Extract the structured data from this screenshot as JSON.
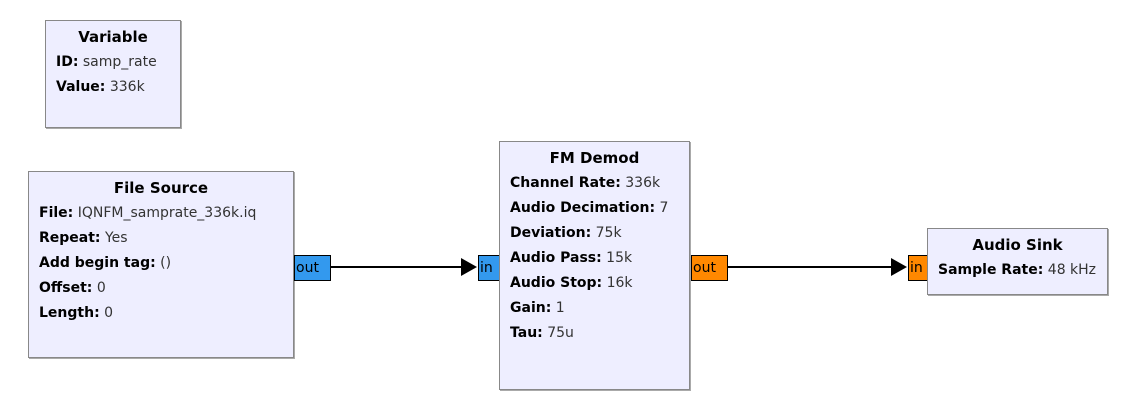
{
  "diagram": {
    "type": "gnuradio-flowgraph",
    "background_color": "#ffffff",
    "block_fill_color": "#eeeeff",
    "block_border_color": "#888888",
    "port_complex_color": "#3399ee",
    "port_float_color": "#ff8800",
    "wire_color": "#000000"
  },
  "blocks": {
    "variable": {
      "title": "Variable",
      "params": [
        {
          "key": "ID:",
          "value": "samp_rate"
        },
        {
          "key": "Value:",
          "value": "336k"
        }
      ]
    },
    "file_source": {
      "title": "File Source",
      "params": [
        {
          "key": "File:",
          "value": "IQNFM_samprate_336k.iq"
        },
        {
          "key": "Repeat:",
          "value": "Yes"
        },
        {
          "key": "Add begin tag:",
          "value": "()"
        },
        {
          "key": "Offset:",
          "value": "0"
        },
        {
          "key": "Length:",
          "value": "0"
        }
      ],
      "out_port": "out"
    },
    "fm_demod": {
      "title": "FM Demod",
      "params": [
        {
          "key": "Channel Rate:",
          "value": "336k"
        },
        {
          "key": "Audio Decimation:",
          "value": "7"
        },
        {
          "key": "Deviation:",
          "value": "75k"
        },
        {
          "key": "Audio Pass:",
          "value": "15k"
        },
        {
          "key": "Audio Stop:",
          "value": "16k"
        },
        {
          "key": "Gain:",
          "value": "1"
        },
        {
          "key": "Tau:",
          "value": "75u"
        }
      ],
      "in_port": "in",
      "out_port": "out"
    },
    "audio_sink": {
      "title": "Audio Sink",
      "params": [
        {
          "key": "Sample Rate:",
          "value": "48 kHz"
        }
      ],
      "in_port": "in"
    }
  }
}
